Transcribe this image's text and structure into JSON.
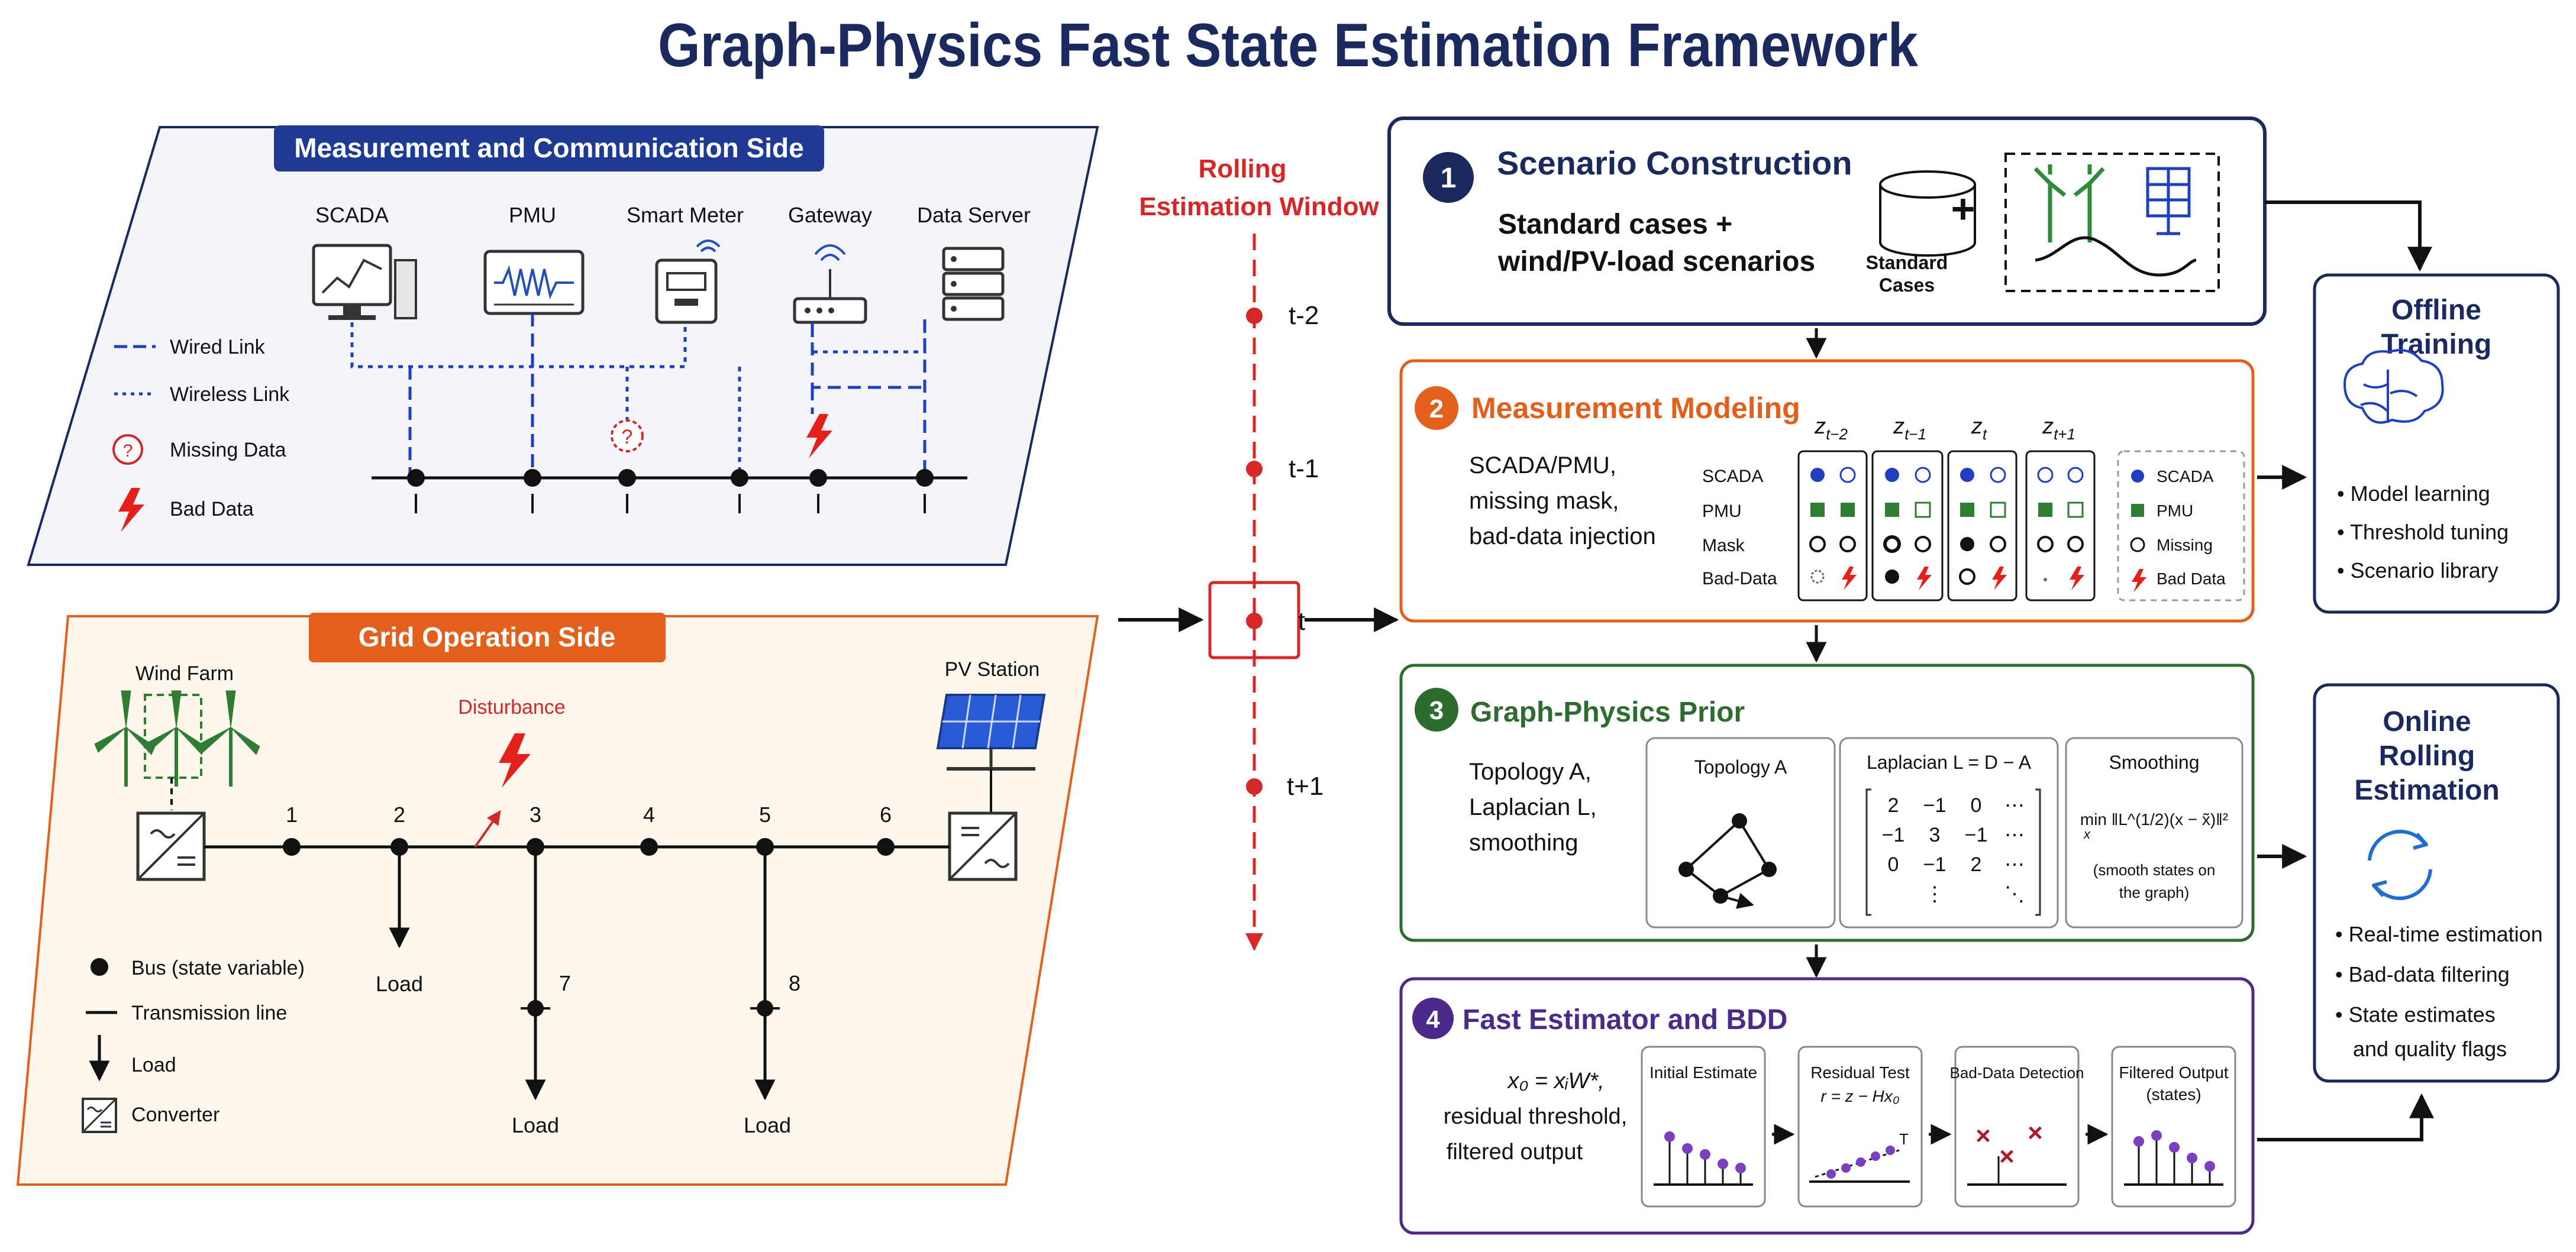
{
  "title": "Graph-Physics Fast State Estimation Framework",
  "measurement_side": {
    "header": "Measurement and Communication Side",
    "devices": [
      "SCADA",
      "PMU",
      "Smart Meter",
      "Gateway",
      "Data Server"
    ],
    "legend": [
      "Wired Link",
      "Wireless Link",
      "Missing Data",
      "Bad Data"
    ],
    "missing_mark": "?"
  },
  "grid_side": {
    "header": "Grid Operation Side",
    "wind_farm": "Wind Farm",
    "pv_station": "PV Station",
    "disturbance": "Disturbance",
    "bus_numbers": [
      "1",
      "2",
      "3",
      "4",
      "5",
      "6",
      "7",
      "8"
    ],
    "load_label": "Load",
    "legend": [
      "Bus (state variable)",
      "Transmission line",
      "Load",
      "Converter"
    ]
  },
  "window": {
    "title_line1": "Rolling",
    "title_line2": "Estimation Window",
    "ticks": [
      "t-2",
      "t-1",
      "t",
      "t+1"
    ]
  },
  "stage1": {
    "number": "1",
    "title": "Scenario Construction",
    "line1": "Standard cases +",
    "line2": "wind/PV-load scenarios",
    "cyl_line1": "Standard",
    "cyl_line2": "Cases",
    "plus": "+"
  },
  "stage2": {
    "number": "2",
    "title": "Measurement Modeling",
    "desc": [
      "SCADA/PMU,",
      "missing mask,",
      "bad-data injection"
    ],
    "rows": [
      "SCADA",
      "PMU",
      "Mask",
      "Bad-Data"
    ],
    "cols": [
      {
        "base": "z",
        "sub": "t−2"
      },
      {
        "base": "z",
        "sub": "t−1"
      },
      {
        "base": "z",
        "sub": "t"
      },
      {
        "base": "z",
        "sub": "t+1"
      }
    ],
    "legend": [
      "SCADA",
      "PMU",
      "Missing",
      "Bad Data"
    ]
  },
  "stage3": {
    "number": "3",
    "title": "Graph-Physics Prior",
    "desc": [
      "Topology A,",
      "Laplacian L,",
      "smoothing"
    ],
    "topo_title": "Topology A",
    "lap_title": "Laplacian L = D − A",
    "matrix": [
      [
        "2",
        "−1",
        "0",
        "⋯"
      ],
      [
        "−1",
        "3",
        "−1",
        "⋯"
      ],
      [
        "0",
        "−1",
        "2",
        "⋯"
      ],
      [
        "",
        "⋮",
        "",
        "⋱"
      ]
    ],
    "smooth_title": "Smoothing",
    "formula": "min ‖L^(1/2)(x − x̃)‖²",
    "formula_sub": "x",
    "smooth_note_1": "(smooth states on",
    "smooth_note_2": "the graph)"
  },
  "stage4": {
    "number": "4",
    "title": "Fast Estimator and BDD",
    "desc": [
      "x₀ = xᵢW*,",
      "residual threshold,",
      "filtered output"
    ],
    "panels": [
      "Initial Estimate",
      "Residual Test",
      "Bad-Data Detection",
      "Filtered Output"
    ],
    "panel_sub": [
      "",
      "r = z − Hx₀",
      "",
      "(states)"
    ],
    "threshold_mark": "T",
    "x_mark": "×"
  },
  "offline": {
    "title_line1": "Offline",
    "title_line2": "Training",
    "items": [
      "Model learning",
      "Threshold tuning",
      "Scenario library"
    ]
  },
  "online": {
    "title_line1": "Online",
    "title_line2": "Rolling",
    "title_line3": "Estimation",
    "items": [
      "Real-time estimation",
      "Bad-data filtering",
      "State estimates",
      "and quality flags"
    ]
  },
  "colors": {
    "navy": "#1b2a5e",
    "orange": "#e2601b",
    "red": "#d62728",
    "green": "#2e6b2e",
    "purple": "#4b2a8a",
    "blue": "#1f3fbf"
  }
}
